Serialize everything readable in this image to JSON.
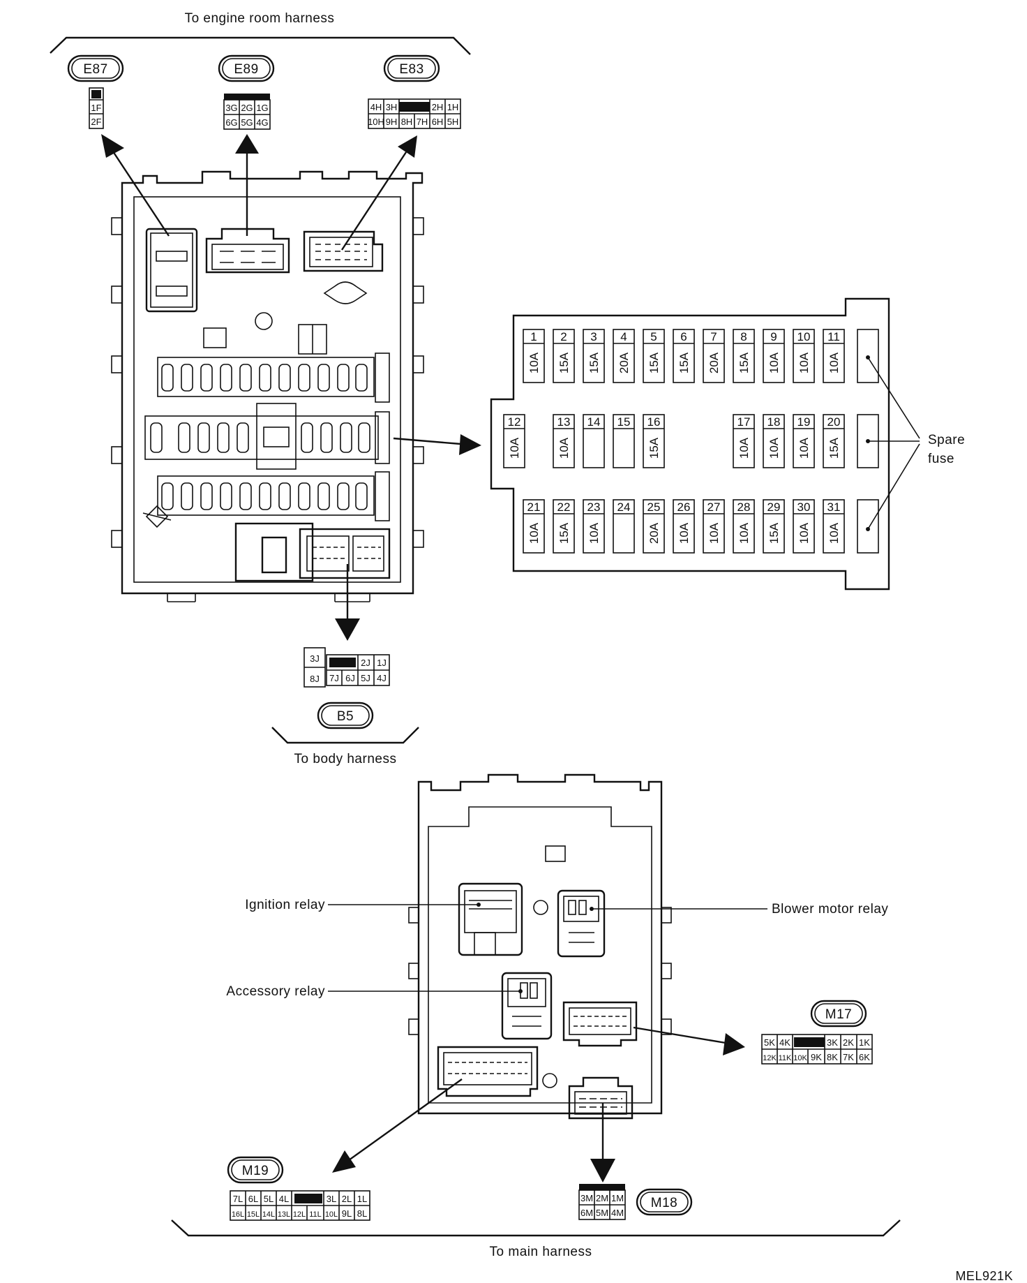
{
  "labels": {
    "engine_room_harness": "To  engine  room  harness",
    "body_harness": "To  body  harness",
    "main_harness": "To  main  harness",
    "spare_fuse_line1": "Spare",
    "spare_fuse_line2": "fuse",
    "ignition_relay": "Ignition  relay",
    "accessory_relay": "Accessory  relay",
    "blower_motor_relay": "Blower  motor  relay",
    "figure_code": "MEL921K"
  },
  "connectors": {
    "E87": {
      "id": "E87",
      "rows": [
        [
          "1F"
        ],
        [
          "2F"
        ]
      ]
    },
    "E89": {
      "id": "E89",
      "rows": [
        [
          "3G",
          "2G",
          "1G"
        ],
        [
          "6G",
          "5G",
          "4G"
        ]
      ]
    },
    "E83": {
      "id": "E83",
      "rows": [
        [
          "4H",
          "3H",
          "2H",
          "1H"
        ],
        [
          "10H",
          "9H",
          "8H",
          "7H",
          "6H",
          "5H"
        ]
      ]
    },
    "B5": {
      "id": "B5",
      "rows": [
        [
          "3J",
          "2J",
          "1J"
        ],
        [
          "8J",
          "7J",
          "6J",
          "5J",
          "4J"
        ]
      ]
    },
    "M17": {
      "id": "M17",
      "rows": [
        [
          "5K",
          "4K",
          "3K",
          "2K",
          "1K"
        ],
        [
          "12K",
          "11K",
          "10K",
          "9K",
          "8K",
          "7K",
          "6K"
        ]
      ]
    },
    "M18": {
      "id": "M18",
      "rows": [
        [
          "3M",
          "2M",
          "1M"
        ],
        [
          "6M",
          "5M",
          "4M"
        ]
      ]
    },
    "M19": {
      "id": "M19",
      "rows": [
        [
          "7L",
          "6L",
          "5L",
          "4L",
          "3L",
          "2L",
          "1L"
        ],
        [
          "16L",
          "15L",
          "14L",
          "13L",
          "12L",
          "11L",
          "10L",
          "9L",
          "8L"
        ]
      ]
    }
  },
  "fuses": {
    "row1": [
      {
        "num": "1",
        "amp": "10A"
      },
      {
        "num": "2",
        "amp": "15A"
      },
      {
        "num": "3",
        "amp": "15A"
      },
      {
        "num": "4",
        "amp": "20A"
      },
      {
        "num": "5",
        "amp": "15A"
      },
      {
        "num": "6",
        "amp": "15A"
      },
      {
        "num": "7",
        "amp": "20A"
      },
      {
        "num": "8",
        "amp": "15A"
      },
      {
        "num": "9",
        "amp": "10A"
      },
      {
        "num": "10",
        "amp": "10A"
      },
      {
        "num": "11",
        "amp": "10A"
      }
    ],
    "row2": [
      {
        "num": "12",
        "amp": "10A"
      },
      {
        "num": "13",
        "amp": "10A"
      },
      {
        "num": "14",
        "amp": ""
      },
      {
        "num": "15",
        "amp": ""
      },
      {
        "num": "16",
        "amp": "15A"
      },
      {
        "num": "17",
        "amp": "10A"
      },
      {
        "num": "18",
        "amp": "10A"
      },
      {
        "num": "19",
        "amp": "10A"
      },
      {
        "num": "20",
        "amp": "15A"
      }
    ],
    "row3": [
      {
        "num": "21",
        "amp": "10A"
      },
      {
        "num": "22",
        "amp": "15A"
      },
      {
        "num": "23",
        "amp": "10A"
      },
      {
        "num": "24",
        "amp": ""
      },
      {
        "num": "25",
        "amp": "20A"
      },
      {
        "num": "26",
        "amp": "10A"
      },
      {
        "num": "27",
        "amp": "10A"
      },
      {
        "num": "28",
        "amp": "10A"
      },
      {
        "num": "29",
        "amp": "15A"
      },
      {
        "num": "30",
        "amp": "10A"
      },
      {
        "num": "31",
        "amp": "10A"
      }
    ]
  }
}
